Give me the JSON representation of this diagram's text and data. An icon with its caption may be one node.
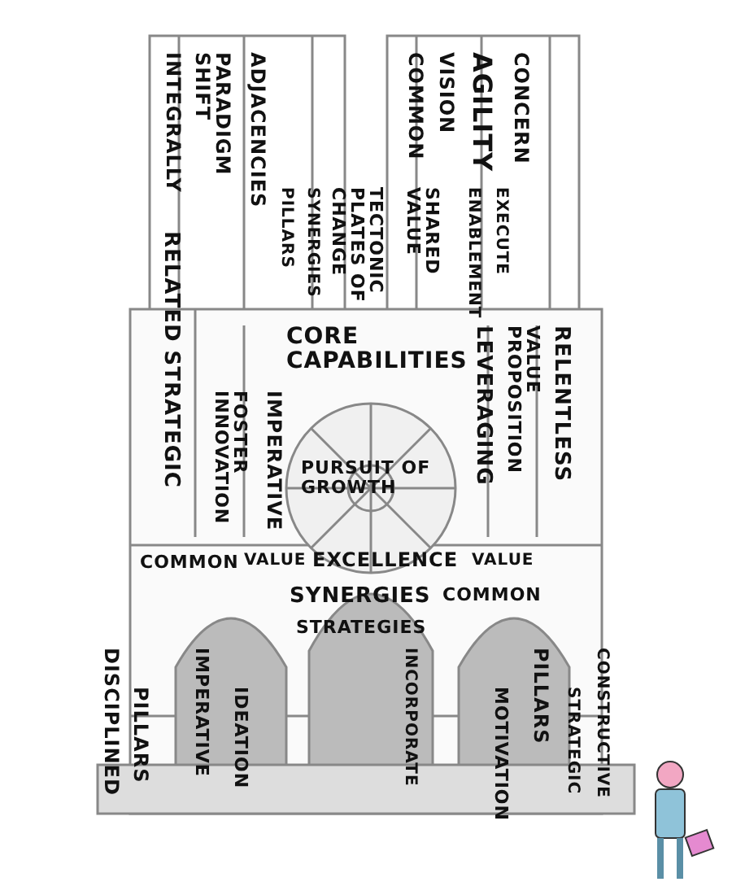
{
  "diagram": {
    "labels": [
      "INTEGRALLY",
      "PARADIGM SHIFT",
      "ADJACENCIES",
      "COMMON",
      "VISION",
      "AGILITY",
      "CONCERN",
      "PILLARS",
      "SYNERGIES",
      "TECTONIC PLATES OF CHANGE",
      "SHARED VALUE",
      "ENABLEMENT",
      "EXECUTE",
      "RELATED STRATEGIC",
      "FOSTER INNOVATION",
      "IMPERATIVE",
      "CORE CAPABILITIES",
      "LEVERAGING",
      "VALUE PROPOSITION",
      "RELENTLESS",
      "PURSUIT OF GROWTH",
      "COMMON",
      "VALUE",
      "EXCELLENCE",
      "VALUE",
      "SYNERGIES",
      "COMMON",
      "STRATEGIES",
      "DISCIPLINED",
      "IMPERATIVE",
      "INCORPORATE",
      "PILLARS",
      "CONSTRUCTIVE",
      "PILLARS",
      "IDEATION",
      "MOTIVATION",
      "STRATEGIC"
    ]
  }
}
